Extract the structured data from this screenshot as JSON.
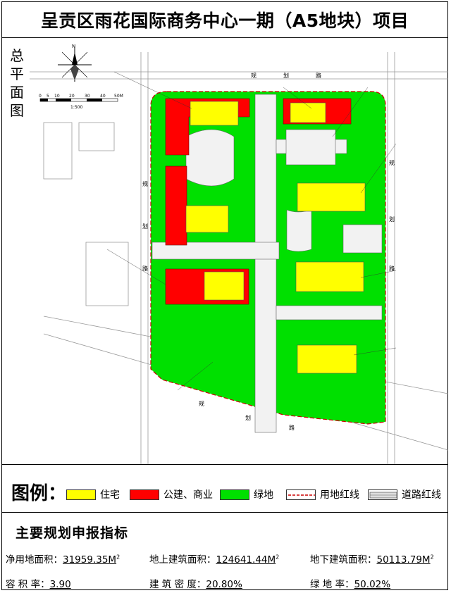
{
  "title": "呈贡区雨花国际商务中心一期（A5地块）项目",
  "side_label": [
    "总",
    "平",
    "面",
    "图"
  ],
  "map": {
    "north": "N",
    "scale_ticks": [
      "0",
      "5",
      "10",
      "20",
      "30",
      "40",
      "50M"
    ],
    "scale_ratio": "1:500",
    "roads": {
      "top": [
        "规",
        "划",
        "路"
      ],
      "right": [
        "规",
        "划",
        "路"
      ],
      "left": [
        "规",
        "划",
        "路"
      ],
      "bottom": [
        "规",
        "划",
        "路"
      ]
    }
  },
  "legend": {
    "title": "图例：",
    "items": [
      {
        "label": "住宅",
        "color": "#ffff00"
      },
      {
        "label": "公建、商业",
        "color": "#ff0000"
      },
      {
        "label": "绿地",
        "color": "#00e000"
      },
      {
        "label": "用地红线",
        "color": "#cc0000"
      },
      {
        "label": "道路红线",
        "color": "#888888"
      }
    ]
  },
  "metrics": {
    "title": "主要规划申报指标",
    "net_land": {
      "label": "净用地面积：",
      "value": "31959.35M",
      "sup": "2"
    },
    "above_area": {
      "label": "地上建筑面积：",
      "value": "124641.44M",
      "sup": "2"
    },
    "under_area": {
      "label": "地下建筑面积：",
      "value": "50113.79M",
      "sup": "2"
    },
    "far": {
      "label": "容 积 率：",
      "value": "3.90"
    },
    "density": {
      "label": "建 筑 密 度：",
      "value": "20.80%"
    },
    "green": {
      "label": "绿 地 率：",
      "value": "50.02%"
    }
  }
}
